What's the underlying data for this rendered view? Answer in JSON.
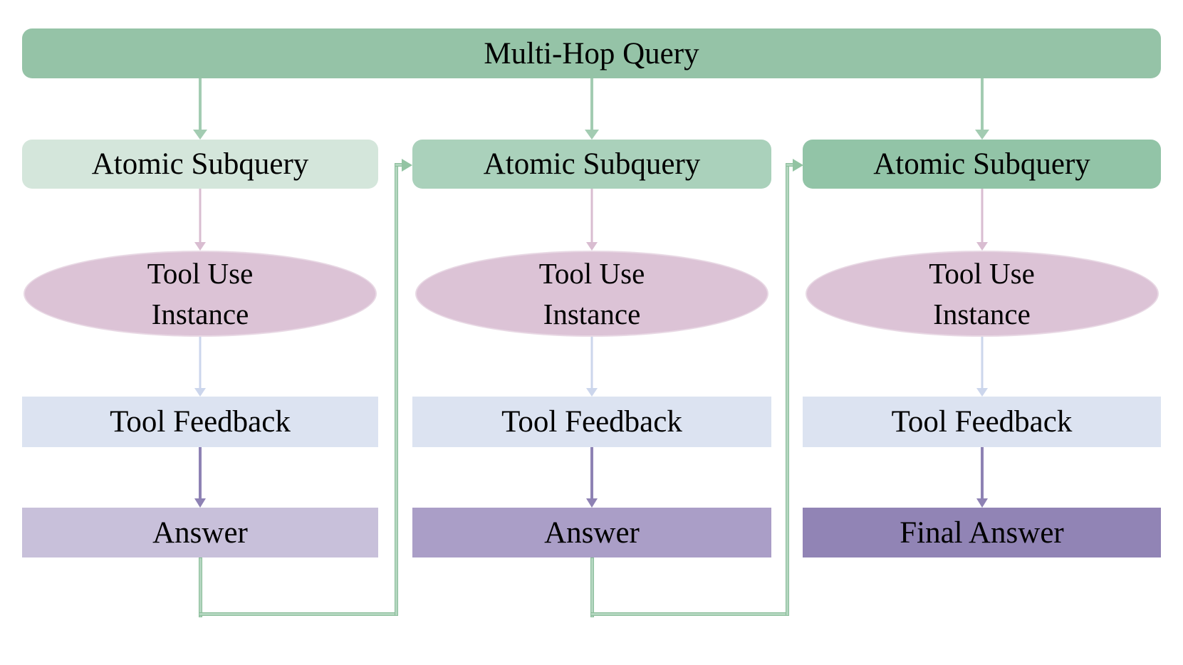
{
  "header": {
    "label": "Multi-Hop Query",
    "bg": "#95c3a7"
  },
  "columns": [
    {
      "subquery_label": "Atomic Subquery",
      "subquery_bg": "#d4e6db",
      "tool_use_line1": "Tool Use",
      "tool_use_line2": "Instance",
      "ellipse_bg": "#dcc3d6",
      "feedback_label": "Tool Feedback",
      "feedback_bg": "#dce3f1",
      "answer_label": "Answer",
      "answer_bg": "#c8c0da"
    },
    {
      "subquery_label": "Atomic Subquery",
      "subquery_bg": "#aad1bb",
      "tool_use_line1": "Tool Use",
      "tool_use_line2": "Instance",
      "ellipse_bg": "#dcc3d6",
      "feedback_label": "Tool Feedback",
      "feedback_bg": "#dce3f1",
      "answer_label": "Answer",
      "answer_bg": "#aa9ec7"
    },
    {
      "subquery_label": "Atomic Subquery",
      "subquery_bg": "#92c4a7",
      "tool_use_line1": "Tool Use",
      "tool_use_line2": "Instance",
      "ellipse_bg": "#dcc3d6",
      "feedback_label": "Tool Feedback",
      "feedback_bg": "#dce3f1",
      "answer_label": "Final Answer",
      "answer_bg": "#9184b5"
    }
  ],
  "connectors": {
    "query_to_subquery_color": "#a3ccb2",
    "subquery_to_tooluse_color": "#d9bdd1",
    "tooluse_to_feedback_color": "#ccd6ec",
    "feedback_to_answer_color": "#8e82b4",
    "answer_to_next_subquery_color": "#93c4a3"
  }
}
